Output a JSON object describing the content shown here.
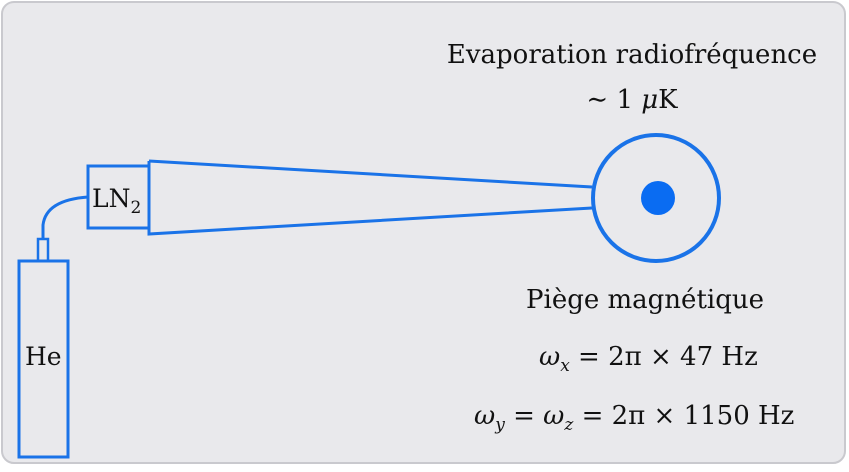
{
  "colors": {
    "background": "#e9e9ec",
    "border": "#c9c9ce",
    "diagram": "#1a73e8",
    "atom_cloud": "#0a6cf2",
    "text": "#111111"
  },
  "labels": {
    "evaporation_title": "Evaporation radiofréquence",
    "temperature_prefix": "∼ 1 ",
    "temperature_mu": "μ",
    "temperature_unit": "K",
    "trap_title": "Piège magnétique",
    "omega": "ω",
    "sub_x": "x",
    "sub_y": "y",
    "sub_z": "z",
    "eq_x_rhs": " = 2π × 47 Hz",
    "eq_yz_mid": " = ",
    "eq_yz_rhs": " = 2π × 1150 Hz",
    "ln2_main": "LN",
    "ln2_sub": "2",
    "helium": "He"
  }
}
